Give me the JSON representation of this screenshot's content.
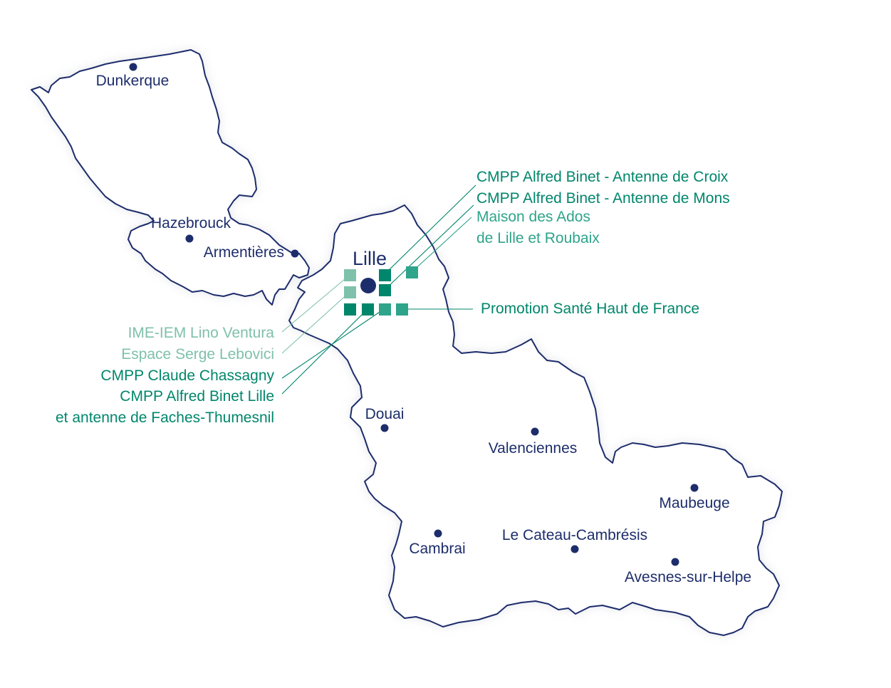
{
  "colors": {
    "border": "#1d2d6b",
    "city": "#1d2d6b",
    "teal_dark": "#00866b",
    "teal_mid": "#2ea48a",
    "teal_light": "#7fc1aa"
  },
  "cities": [
    {
      "name": "Dunkerque"
    },
    {
      "name": "Hazebrouck"
    },
    {
      "name": "Armentières"
    },
    {
      "name": "Douai"
    },
    {
      "name": "Valenciennes"
    },
    {
      "name": "Maubeuge"
    },
    {
      "name": "Cambrai"
    },
    {
      "name": "Le Cateau-Cambrésis"
    },
    {
      "name": "Avesnes-sur-Helpe"
    }
  ],
  "capital": {
    "name": "Lille"
  },
  "sites_right": [
    {
      "lines": [
        "CMPP Alfred Binet - Antenne de Croix"
      ],
      "color": "#00866b"
    },
    {
      "lines": [
        "CMPP Alfred Binet - Antenne de Mons"
      ],
      "color": "#00866b"
    },
    {
      "lines": [
        "Maison des Ados",
        "de Lille et Roubaix"
      ],
      "color": "#2ea48a"
    },
    {
      "lines": [
        "Promotion Santé Haut de France"
      ],
      "color": "#00866b"
    }
  ],
  "sites_left": [
    {
      "lines": [
        "IME-IEM Lino Ventura"
      ],
      "color": "#7fc1aa"
    },
    {
      "lines": [
        "Espace Serge Lebovici"
      ],
      "color": "#7fc1aa"
    },
    {
      "lines": [
        "CMPP Claude Chassagny"
      ],
      "color": "#00866b"
    },
    {
      "lines": [
        "CMPP Alfred Binet Lille",
        "et antenne de Faches-Thumesnil"
      ],
      "color": "#00866b"
    }
  ]
}
